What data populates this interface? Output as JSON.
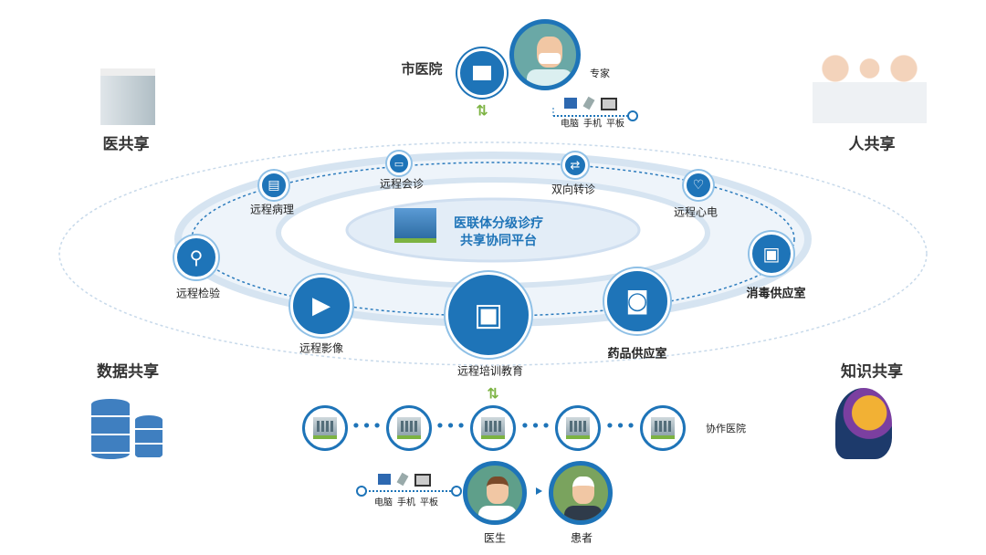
{
  "center": {
    "line1": "医联体分级诊疗",
    "line2": "共享协同平台"
  },
  "corners": {
    "top_left": "医共享",
    "top_right": "人共享",
    "bottom_left": "数据共享",
    "bottom_right": "知识共享"
  },
  "services": [
    {
      "label": "远程病理",
      "icon": "clipboard-icon"
    },
    {
      "label": "远程会诊",
      "icon": "monitor-icon"
    },
    {
      "label": "双向转诊",
      "icon": "swap-icon"
    },
    {
      "label": "远程心电",
      "icon": "heart-ecg-icon"
    },
    {
      "label": "远程检验",
      "icon": "microscope-icon"
    },
    {
      "label": "消毒供应室",
      "icon": "id-card-icon"
    },
    {
      "label": "远程影像",
      "icon": "play-tv-icon"
    },
    {
      "label": "远程培训教育",
      "icon": "teaching-screen-icon"
    },
    {
      "label": "药品供应室",
      "icon": "wifi-monitor-icon"
    }
  ],
  "top": {
    "hospital": "市医院",
    "expert": "专家",
    "devices": [
      "电脑",
      "手机",
      "平板"
    ]
  },
  "bottom": {
    "partner": "协作医院",
    "doctor": "医生",
    "patient": "患者",
    "devices": [
      "电脑",
      "手机",
      "平板"
    ]
  },
  "colors": {
    "primary": "#1e74b8",
    "arrow": "#7cb342"
  }
}
